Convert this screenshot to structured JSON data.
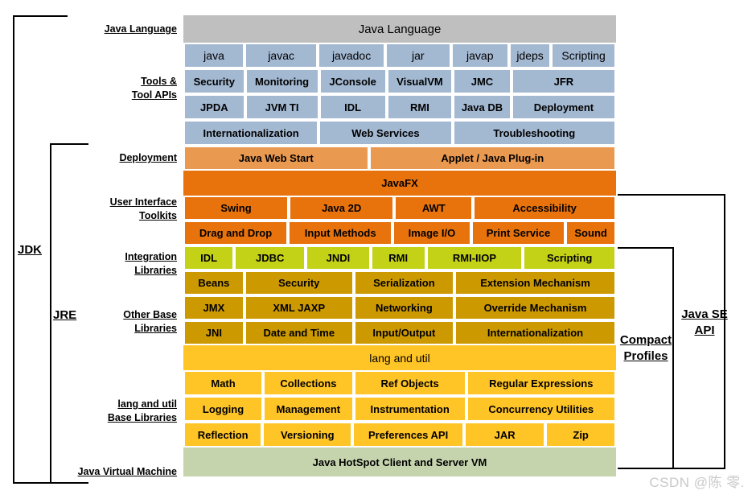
{
  "title": "Java SE Platform Architecture",
  "colors": {
    "java_language": "#bfbfbf",
    "tools": "#a3b8d1",
    "deployment": "#ea9950",
    "user_interface": "#e8720c",
    "integration": "#c3d117",
    "other_base": "#cc9900",
    "lang_util": "#ffc425",
    "jvm": "#c6d4ae",
    "bracket": "#000000",
    "watermark": "#c9c9c9"
  },
  "left_brackets": [
    {
      "label": "JDK"
    },
    {
      "label": "JRE"
    }
  ],
  "right_brackets": [
    {
      "label": "Compact\nProfiles"
    },
    {
      "label": "Java SE\nAPI"
    }
  ],
  "row_labels": [
    {
      "label": "Java Language"
    },
    {
      "label": "Tools &\nTool APIs"
    },
    {
      "label": "Deployment"
    },
    {
      "label": "User Interface\nToolkits"
    },
    {
      "label": "Integration\nLibraries"
    },
    {
      "label": "Other Base\nLibraries"
    },
    {
      "label": "lang and util\nBase Libraries"
    },
    {
      "label": "Java Virtual Machine"
    }
  ],
  "bands": [
    {
      "group": "java-language",
      "cells": [
        {
          "label": "Java Language",
          "flex": 1
        }
      ]
    },
    {
      "group": "tools",
      "cells": [
        {
          "label": "java",
          "flex": 76
        },
        {
          "label": "javac",
          "flex": 92
        },
        {
          "label": "javadoc",
          "flex": 84
        },
        {
          "label": "jar",
          "flex": 82
        },
        {
          "label": "javap",
          "flex": 72
        },
        {
          "label": "jdeps",
          "flex": 51
        },
        {
          "label": "Scripting",
          "flex": 81
        }
      ]
    },
    {
      "group": "tools",
      "cells": [
        {
          "label": "Security",
          "flex": 76
        },
        {
          "label": "Monitoring",
          "flex": 92
        },
        {
          "label": "JConsole",
          "flex": 84
        },
        {
          "label": "VisualVM",
          "flex": 82
        },
        {
          "label": "JMC",
          "flex": 72
        },
        {
          "label": "JFR",
          "flex": 132
        }
      ]
    },
    {
      "group": "tools",
      "cells": [
        {
          "label": "JPDA",
          "flex": 76
        },
        {
          "label": "JVM TI",
          "flex": 92
        },
        {
          "label": "IDL",
          "flex": 84
        },
        {
          "label": "RMI",
          "flex": 82
        },
        {
          "label": "Java DB",
          "flex": 72
        },
        {
          "label": "Deployment",
          "flex": 132
        }
      ]
    },
    {
      "group": "tools",
      "cells": [
        {
          "label": "Internationalization",
          "flex": 168
        },
        {
          "label": "Web Services",
          "flex": 166
        },
        {
          "label": "Troubleshooting",
          "flex": 204
        }
      ]
    },
    {
      "group": "deployment",
      "cells": [
        {
          "label": "Java Web Start",
          "flex": 230
        },
        {
          "label": "Applet / Java Plug-in",
          "flex": 308
        }
      ]
    },
    {
      "group": "user-interface",
      "cells": [
        {
          "label": "JavaFX",
          "flex": 1
        }
      ]
    },
    {
      "group": "user-interface",
      "cells": [
        {
          "label": "Swing",
          "flex": 131
        },
        {
          "label": "Java 2D",
          "flex": 131
        },
        {
          "label": "AWT",
          "flex": 97
        },
        {
          "label": "Accessibility",
          "flex": 179
        }
      ]
    },
    {
      "group": "user-interface",
      "cells": [
        {
          "label": "Drag and Drop",
          "flex": 131
        },
        {
          "label": "Input Methods",
          "flex": 131
        },
        {
          "label": "Image I/O",
          "flex": 97
        },
        {
          "label": "Print Service",
          "flex": 118
        },
        {
          "label": "Sound",
          "flex": 61
        }
      ]
    },
    {
      "group": "integration",
      "cells": [
        {
          "label": "IDL",
          "flex": 62
        },
        {
          "label": "JDBC",
          "flex": 89
        },
        {
          "label": "JNDI",
          "flex": 80
        },
        {
          "label": "RMI",
          "flex": 68
        },
        {
          "label": "RMI-IIOP",
          "flex": 122
        },
        {
          "label": "Scripting",
          "flex": 117
        }
      ]
    },
    {
      "group": "other-base",
      "cells": [
        {
          "label": "Beans",
          "flex": 74
        },
        {
          "label": "Security",
          "flex": 136
        },
        {
          "label": "Serialization",
          "flex": 125
        },
        {
          "label": "Extension Mechanism",
          "flex": 203
        }
      ]
    },
    {
      "group": "other-base",
      "cells": [
        {
          "label": "JMX",
          "flex": 74
        },
        {
          "label": "XML JAXP",
          "flex": 136
        },
        {
          "label": "Networking",
          "flex": 125
        },
        {
          "label": "Override Mechanism",
          "flex": 203
        }
      ]
    },
    {
      "group": "other-base",
      "cells": [
        {
          "label": "JNI",
          "flex": 74
        },
        {
          "label": "Date and Time",
          "flex": 136
        },
        {
          "label": "Input/Output",
          "flex": 125
        },
        {
          "label": "Internationalization",
          "flex": 203
        }
      ]
    },
    {
      "group": "lang-util-header",
      "cells": [
        {
          "label": "lang and util",
          "flex": 1
        }
      ]
    },
    {
      "group": "lang-util",
      "cells": [
        {
          "label": "Math",
          "flex": 98
        },
        {
          "label": "Collections",
          "flex": 112
        },
        {
          "label": "Ref Objects",
          "flex": 140
        },
        {
          "label": "Regular Expressions",
          "flex": 188
        }
      ]
    },
    {
      "group": "lang-util",
      "cells": [
        {
          "label": "Logging",
          "flex": 98
        },
        {
          "label": "Management",
          "flex": 112
        },
        {
          "label": "Instrumentation",
          "flex": 140
        },
        {
          "label": "Concurrency Utilities",
          "flex": 188
        }
      ]
    },
    {
      "group": "lang-util",
      "cells": [
        {
          "label": "Reflection",
          "flex": 98
        },
        {
          "label": "Versioning",
          "flex": 112
        },
        {
          "label": "Preferences API",
          "flex": 140
        },
        {
          "label": "JAR",
          "flex": 101
        },
        {
          "label": "Zip",
          "flex": 87
        }
      ]
    },
    {
      "group": "jvm",
      "cells": [
        {
          "label": "Java HotSpot Client and Server VM",
          "flex": 1
        }
      ]
    }
  ],
  "watermark": "CSDN @陈 零."
}
